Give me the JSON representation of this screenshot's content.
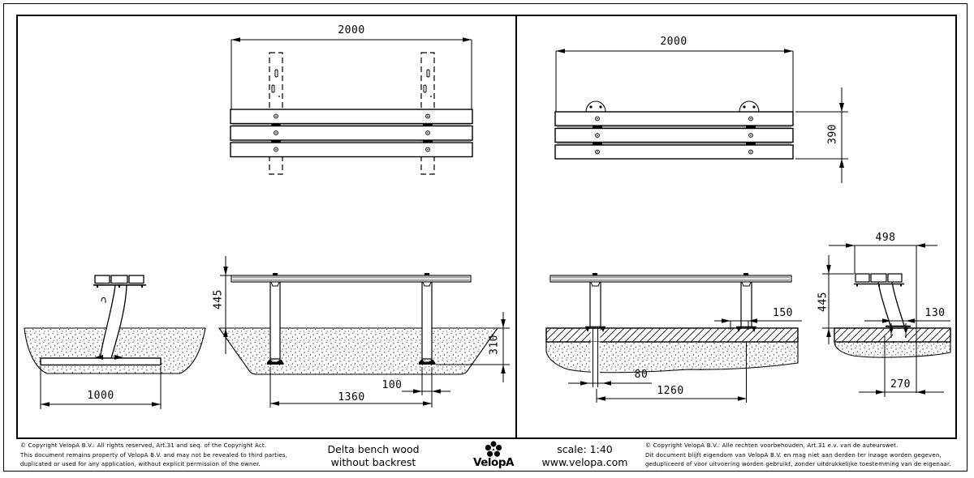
{
  "title_block": {
    "copyright_en": {
      "line1": "© Copyright VelopA B.V.: All rights reserved, Art.31 and seq. of the Copyright Act.",
      "line2": "This document remains property of VelopA B.V. and may not be revealed to third parties,",
      "line3": "duplicated or used for any application, without explicit permission of the owner."
    },
    "product": {
      "line1": "Delta bench wood",
      "line2": "without backrest"
    },
    "logo": {
      "text": "VelopA",
      "icon": "flower-icon"
    },
    "info": {
      "scale": "scale: 1:40",
      "website": "www.velopa.com"
    },
    "copyright_nl": {
      "line1": "© Copyright VelopA B.V.: Alle rechten voorbehouden, Art.31 e.v. van de auteurswet.",
      "line2": "Dit document blijft eigendom van VelopA B.V. en mag niet aan derden ter inzage worden gegeven,",
      "line3": "gedupliceerd of voor uitvoering worden gebruikt, zonder uitdrukkelijke toestemming van de eigenaar."
    }
  },
  "dimensions": {
    "top_inground_width": "2000",
    "top_surface_width": "2000",
    "top_surface_depth": "390",
    "side_inground_plate": "1000",
    "front_inground_height": "445",
    "front_inground_ground_depth": "310",
    "front_inground_leg_width": "100",
    "front_inground_leg_span": "1360",
    "front_surface_plate_width": "150",
    "front_surface_bolt_span": "80",
    "front_surface_leg_span": "1260",
    "side_surface_top_width": "498",
    "side_surface_height": "445",
    "side_surface_bolt_span": "130",
    "side_surface_base_span": "270"
  },
  "colors": {
    "line": "#000000",
    "wood_edge": "#999999",
    "background": "#ffffff"
  }
}
